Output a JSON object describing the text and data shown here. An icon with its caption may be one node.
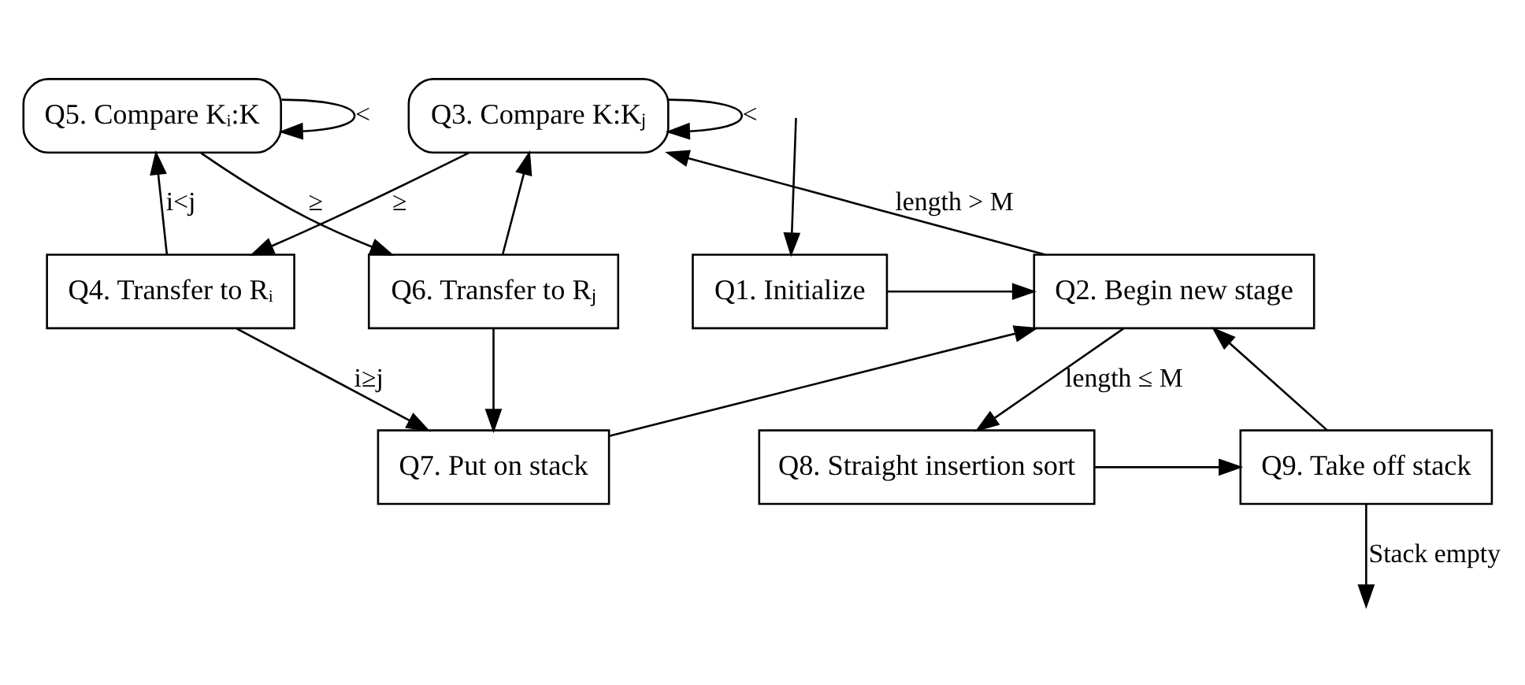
{
  "diagram": {
    "nodes": [
      {
        "text": [
          "Q3. Compare K:Kⱼ"
        ]
      },
      {
        "text": [
          "Q5. Compare Kᵢ:K"
        ]
      },
      {
        "text": [
          "Q1. Initialize"
        ]
      },
      {
        "text": [
          "Q2. Begin new stage"
        ]
      },
      {
        "text": [
          "Q4. Transfer to Rᵢ"
        ]
      },
      {
        "text": [
          "Q6. Transfer to Rⱼ"
        ]
      },
      {
        "text": [
          "Q8. Straight insertion sort"
        ]
      },
      {
        "text": [
          "Q9. Take off stack"
        ]
      },
      {
        "text": [
          "Q7. Put on stack"
        ]
      }
    ],
    "edges": [
      {
        "from": null,
        "to": 2,
        "arrow": "to"
      },
      {
        "from": 2,
        "to": 3,
        "arrow": "to"
      },
      {
        "from": 3,
        "to": 0,
        "arrow": "to",
        "label": "length > M"
      },
      {
        "from": 0,
        "to": 0,
        "arrow": "to",
        "label": "<"
      },
      {
        "from": 1,
        "to": 1,
        "arrow": "to",
        "label": "<"
      },
      {
        "from": 0,
        "to": 4,
        "arrow": "to",
        "label": "≥"
      },
      {
        "from": 1,
        "to": 5,
        "arrow": "to",
        "label": "≥"
      },
      {
        "from": 4,
        "to": 1,
        "arrow": "to",
        "label": "i<j"
      },
      {
        "from": 5,
        "to": 0,
        "arrow": "to"
      },
      {
        "from": 4,
        "to": 8,
        "arrow": "to",
        "label": "i≥j"
      },
      {
        "from": 5,
        "to": 8,
        "arrow": "to"
      },
      {
        "from": 8,
        "to": 3,
        "arrow": "to"
      },
      {
        "from": 3,
        "to": 6,
        "arrow": "to",
        "label": "length ≤ M"
      },
      {
        "from": 6,
        "to": 7,
        "arrow": "to"
      },
      {
        "from": 7,
        "to": 3,
        "arrow": "to"
      },
      {
        "from": 7,
        "to": null,
        "arrow": "to",
        "label": "Stack empty"
      }
    ]
  }
}
